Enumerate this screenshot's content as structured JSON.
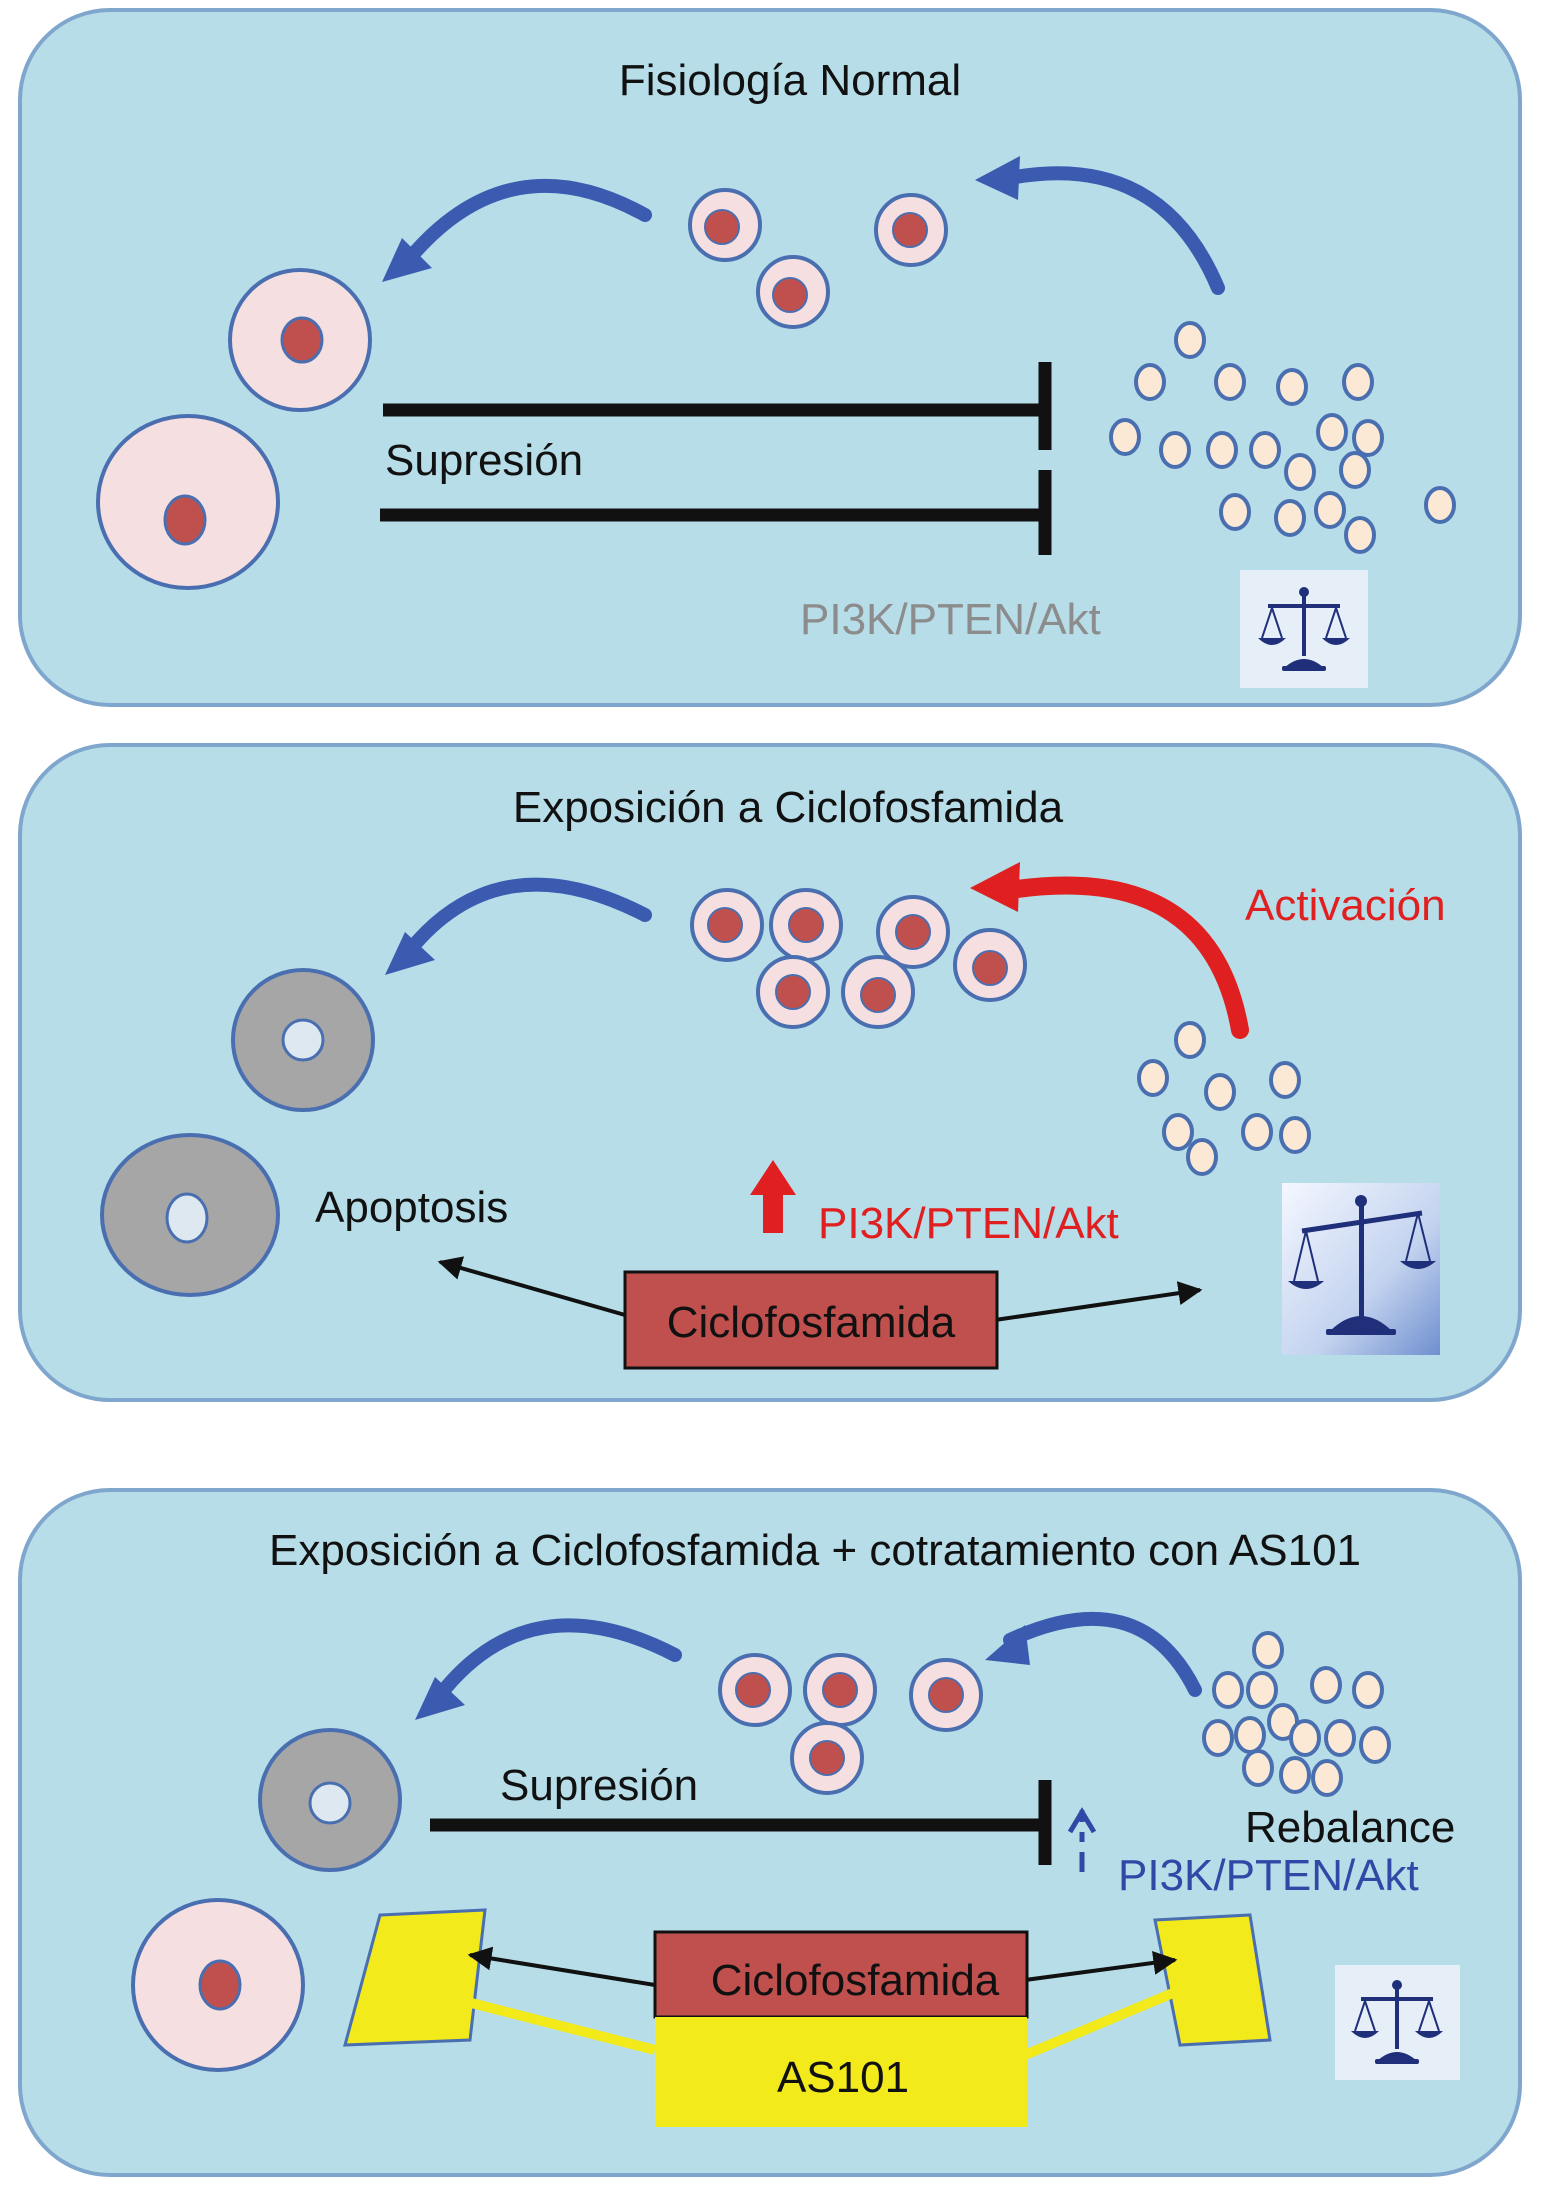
{
  "colors": {
    "panel_fill": "#b6dde8",
    "panel_stroke": "#7fa6cc",
    "cell_fill": "#f5dfe0",
    "cell_stroke": "#4a6fb0",
    "nucleus": "#c0504d",
    "dead_cell": "#a6a6a6",
    "arrow_blue": "#3a5bb0",
    "arrow_red": "#e02020",
    "drug_box": "#c0504d",
    "as101": "#f2ea1a",
    "text_black": "#111111",
    "text_gray": "#8c8c8c",
    "text_red": "#e02020",
    "text_blue": "#2e4aa6"
  },
  "panel1": {
    "title": "Fisiología Normal",
    "suppression_label": "Supresión",
    "pathway_label": "PI3K/PTEN/Akt",
    "balance_icon": "balance-scale-icon"
  },
  "panel2": {
    "title": "Exposición a Ciclofosfamida",
    "activation_label": "Activación",
    "apoptosis_label": "Apoptosis",
    "pathway_label": "PI3K/PTEN/Akt",
    "drug_label": "Ciclofosfamida",
    "balance_icon": "tilted-balance-scale-icon"
  },
  "panel3": {
    "title": "Exposición a Ciclofosfamida + cotratamiento con AS101",
    "suppression_label": "Supresión",
    "rebalance_label": "Rebalance",
    "pathway_label": "PI3K/PTEN/Akt",
    "drug_label": "Ciclofosfamida",
    "as101_label": "AS101",
    "balance_icon": "balance-scale-icon"
  }
}
